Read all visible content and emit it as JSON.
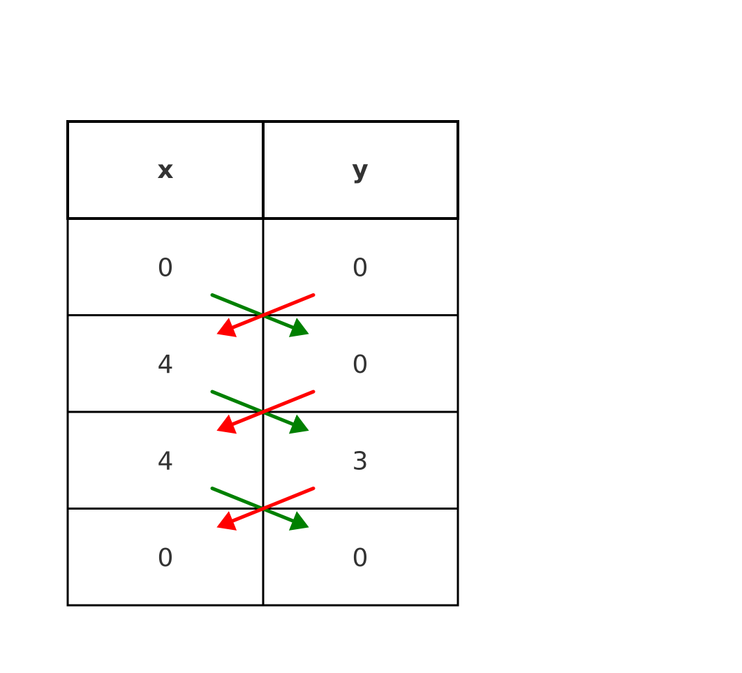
{
  "table": {
    "headers": [
      "x",
      "y"
    ],
    "rows": [
      [
        "0",
        "0"
      ],
      [
        "4",
        "0"
      ],
      [
        "4",
        "3"
      ],
      [
        "0",
        "0"
      ]
    ]
  },
  "arrows": {
    "down_right_color": "#008000",
    "down_left_color": "#ff0000"
  }
}
